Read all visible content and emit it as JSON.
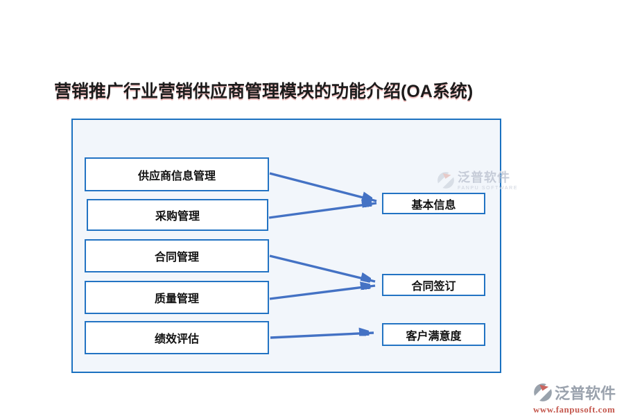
{
  "page": {
    "title": "营销推广行业营销供应商管理模块的功能介绍(OA系统)"
  },
  "diagram": {
    "left_nodes": [
      {
        "label": "供应商信息管理"
      },
      {
        "label": "采购管理"
      },
      {
        "label": "合同管理"
      },
      {
        "label": "质量管理"
      },
      {
        "label": "绩效评估"
      }
    ],
    "right_nodes": [
      {
        "label": "基本信息"
      },
      {
        "label": "合同签订"
      },
      {
        "label": "客户满意度"
      }
    ],
    "edges": [
      {
        "from": "供应商信息管理",
        "to": "基本信息"
      },
      {
        "from": "采购管理",
        "to": "基本信息"
      },
      {
        "from": "合同管理",
        "to": "合同签订"
      },
      {
        "from": "质量管理",
        "to": "合同签订"
      },
      {
        "from": "绩效评估",
        "to": "客户满意度"
      }
    ],
    "colors": {
      "arrow": "#4472c4",
      "box_border": "#2273c3",
      "panel_border": "#1b71c0",
      "panel_bg": "#f2f6fb"
    }
  },
  "watermarks": {
    "panel": {
      "brand": "泛普软件",
      "sub": "FANPU SOFTWARE"
    },
    "footer": {
      "brand": "泛普软件",
      "url": "www.fanpusoft.com"
    }
  }
}
